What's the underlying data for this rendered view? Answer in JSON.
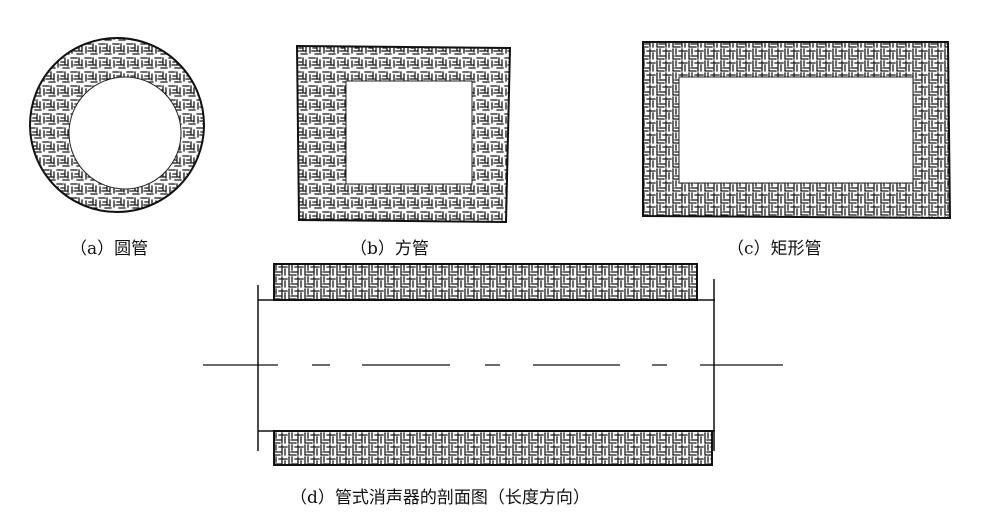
{
  "captions": {
    "a": "（a）圆管",
    "b": "（b）方管",
    "c": "（c）矩形管",
    "d": "（d）管式消声器的剖面图（长度方向）"
  }
}
